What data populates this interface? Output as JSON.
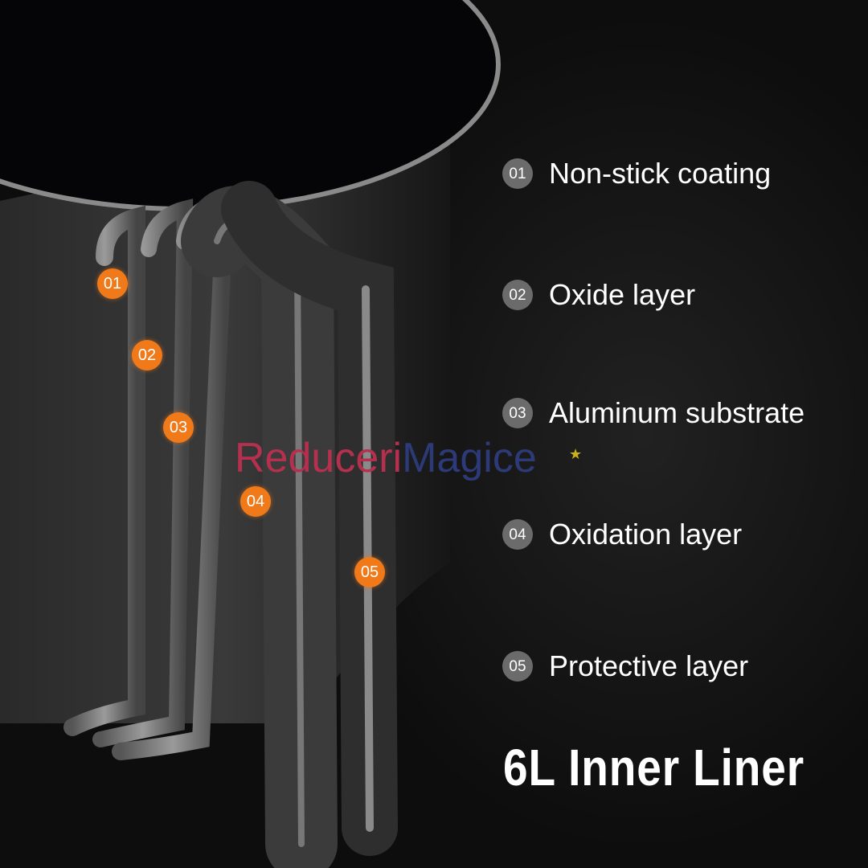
{
  "markers": [
    "01",
    "02",
    "03",
    "04",
    "05"
  ],
  "layers": [
    {
      "num": "01",
      "label": "Non-stick coating"
    },
    {
      "num": "02",
      "label": "Oxide layer"
    },
    {
      "num": "03",
      "label": "Aluminum substrate"
    },
    {
      "num": "04",
      "label": "Oxidation layer"
    },
    {
      "num": "05",
      "label": "Protective layer"
    }
  ],
  "title": "6L Inner Liner",
  "watermark": {
    "part1": "Reduceri",
    "part2": "Magice"
  },
  "colors": {
    "marker": "#f07a1a",
    "badge": "#6b6b6b",
    "background": "#0d0d0d"
  }
}
